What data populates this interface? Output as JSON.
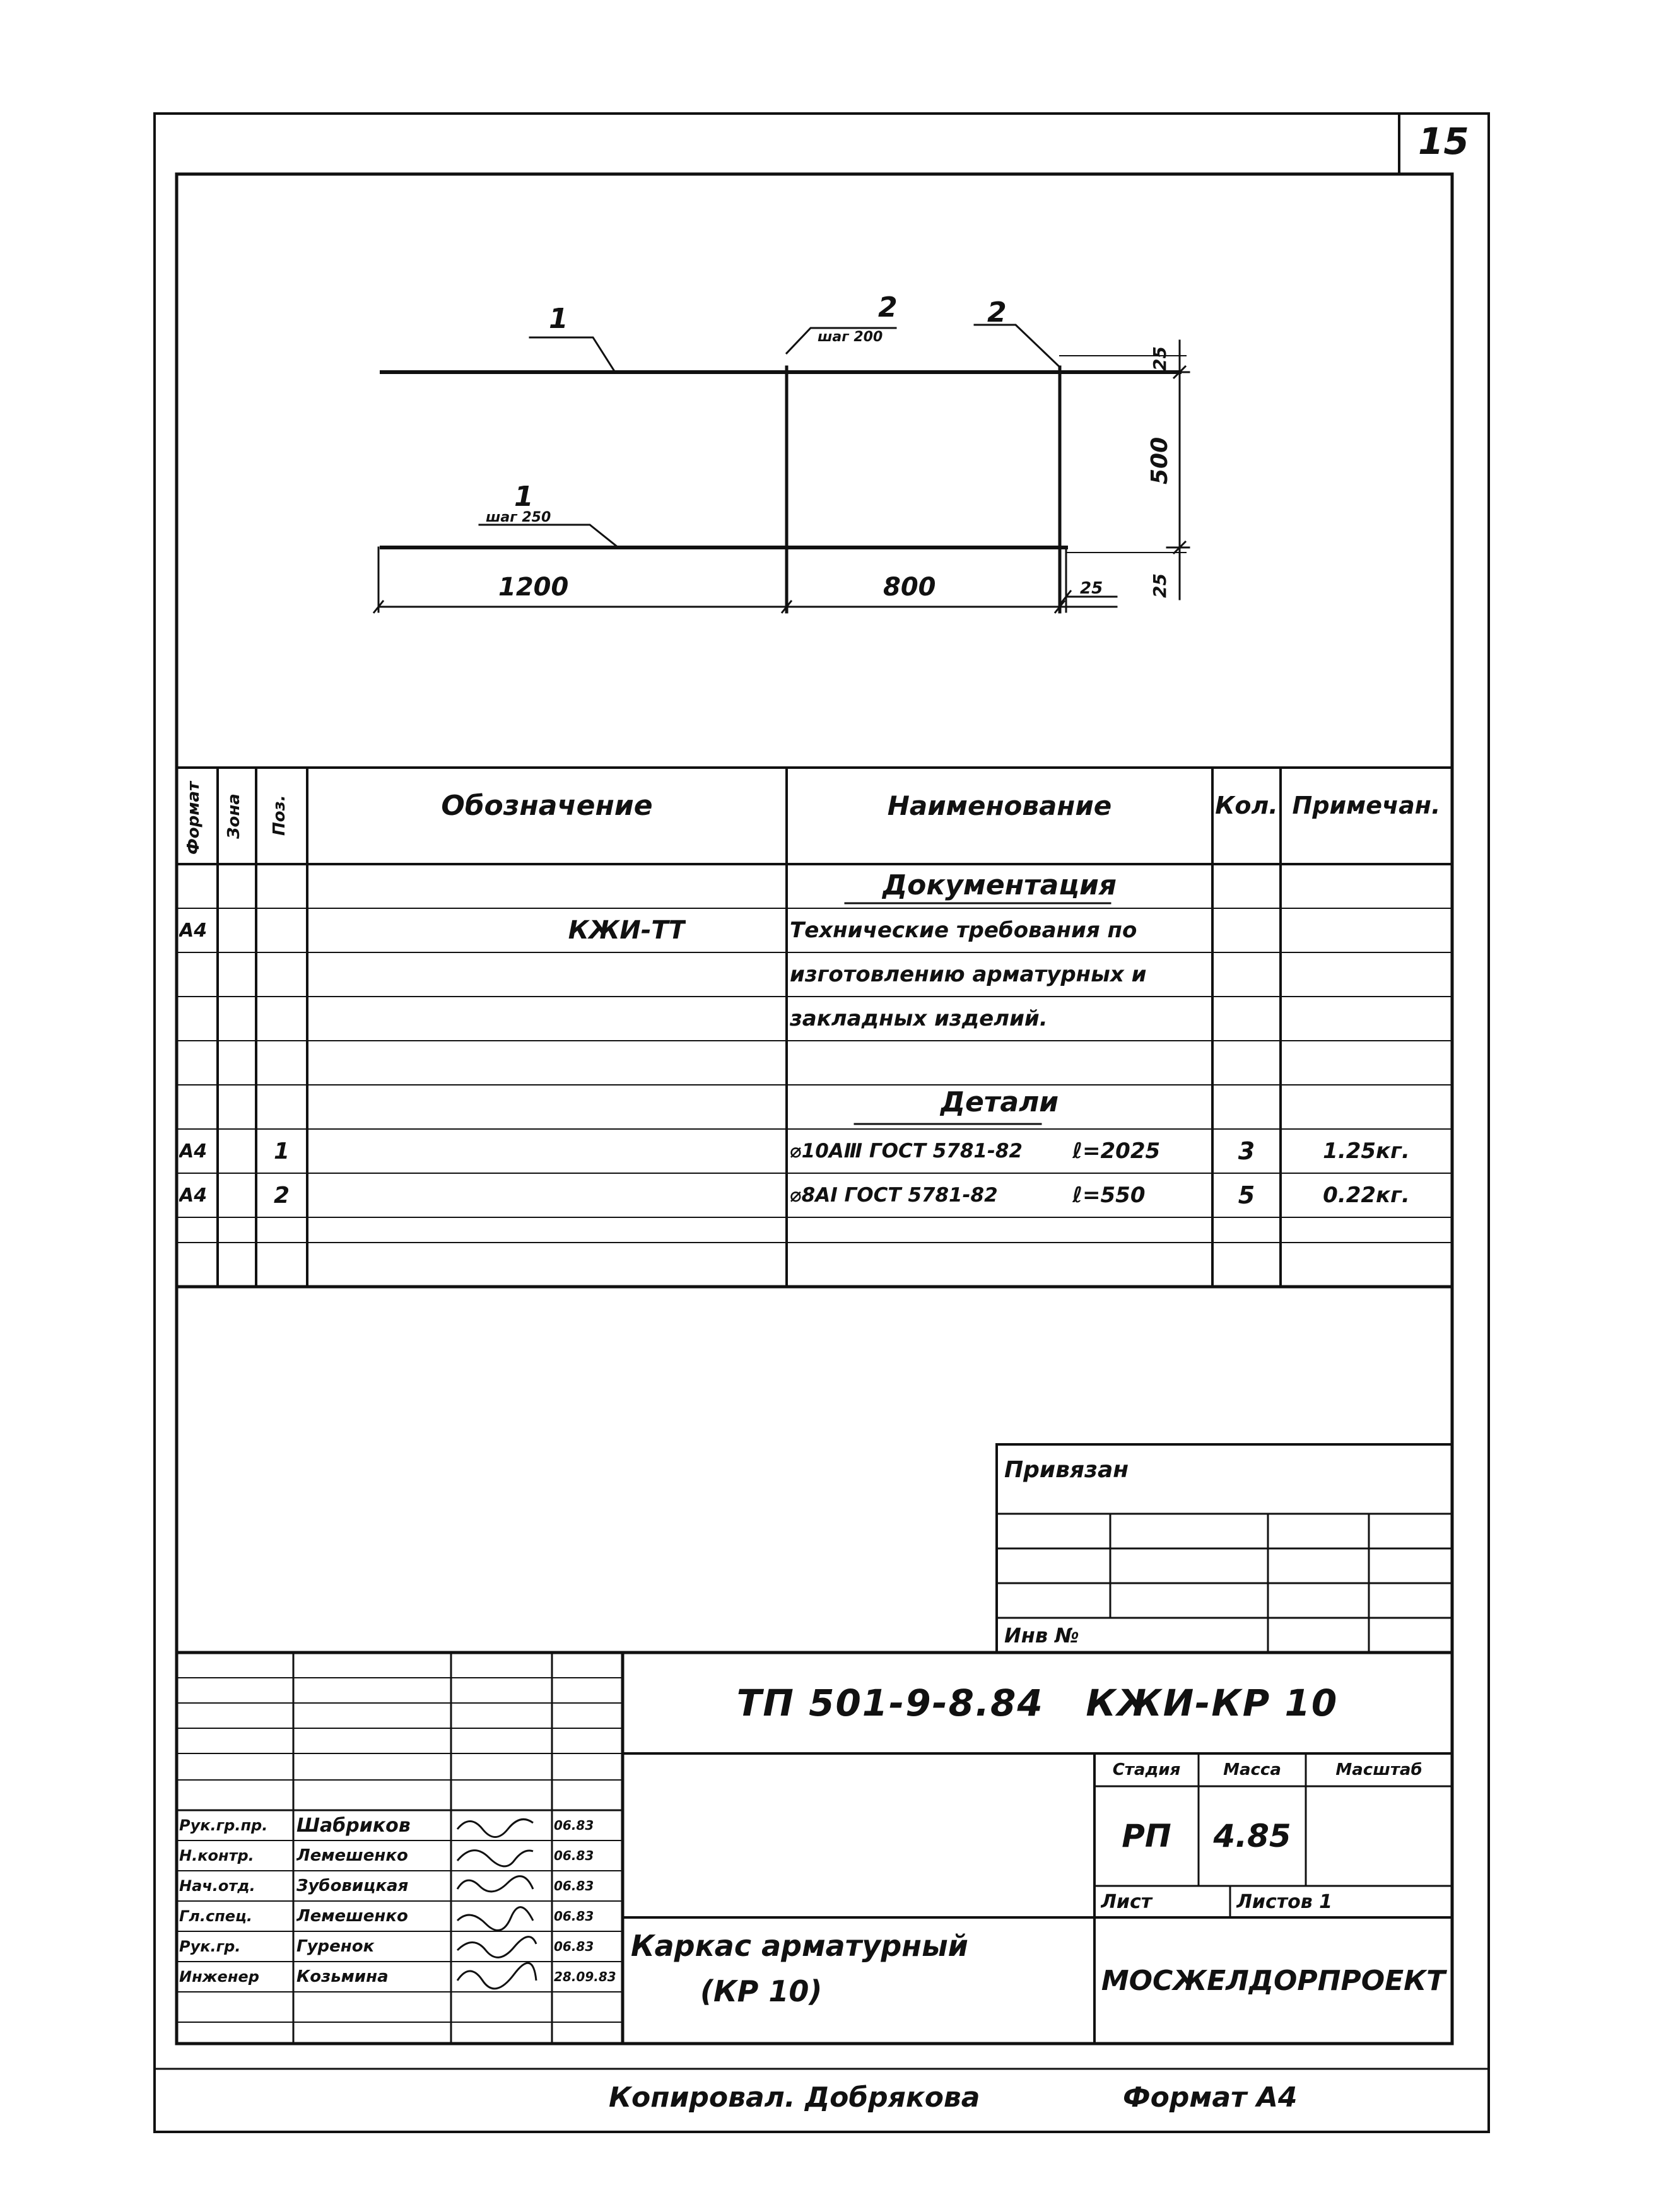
{
  "sheet_corner": "15",
  "drawing": {
    "pos1_top": "1",
    "pos2_top": "2",
    "pos2_top_pitch": "шаг 200",
    "pos2_right": "2",
    "pos1_bottom": "1",
    "pos1_bottom_pitch": "шаг 250",
    "dim_1200": "1200",
    "dim_800": "800",
    "dim_25_bottom": "25",
    "dim_25_top_right": "25",
    "dim_500": "500",
    "dim_25_right_low": "25"
  },
  "spec": {
    "headers": {
      "format": "Формат",
      "zone": "Зона",
      "pos": "Поз.",
      "designation": "Обозначение",
      "name": "Наименование",
      "qty": "Кол.",
      "note": "Примечан."
    },
    "section_docs": "Документация",
    "doc_row": {
      "format": "А4",
      "designation": "КЖИ-ТТ",
      "name_lines": [
        "Технические требования по",
        "изготовлению арматурных и",
        "закладных изделий."
      ]
    },
    "section_parts": "Детали",
    "parts": [
      {
        "format": "А4",
        "pos": "1",
        "name": "⌀10АⅢ ГОСТ 5781-82",
        "length": "ℓ=2025",
        "qty": "3",
        "note": "1.25кг."
      },
      {
        "format": "А4",
        "pos": "2",
        "name": "⌀8АⅠ ГОСТ 5781-82",
        "length": "ℓ=550",
        "qty": "5",
        "note": "0.22кг."
      }
    ]
  },
  "binding": {
    "title": "Привязан",
    "inv_label": "Инв №"
  },
  "title_block": {
    "code": "ТП 501-9-8.84   КЖИ-КР 10",
    "stage_label": "Стадия",
    "mass_label": "Масса",
    "scale_label": "Масштаб",
    "stage_value": "РП",
    "mass_value": "4.85",
    "sheet_label": "Лист",
    "sheets_label": "Листов 1",
    "item_name_line1": "Каркас арматурный",
    "item_name_line2": "(КР 10)",
    "org": "МОСЖЕЛДОРПРОЕКТ",
    "signers": [
      {
        "role": "Рук.гр.пр.",
        "name": "Шабриков",
        "date": "06.83"
      },
      {
        "role": "Н.контр.",
        "name": "Лемешенко",
        "date": "06.83"
      },
      {
        "role": "Нач.отд.",
        "name": "Зубовицкая",
        "date": "06.83"
      },
      {
        "role": "Гл.спец.",
        "name": "Лемешенко",
        "date": "06.83"
      },
      {
        "role": "Рук.гр.",
        "name": "Гуренок",
        "date": "06.83"
      },
      {
        "role": "Инженер",
        "name": "Козьмина",
        "date": "28.09.83"
      }
    ]
  },
  "footer": {
    "copied": "Копировал. Добрякова",
    "format": "Формат А4"
  }
}
